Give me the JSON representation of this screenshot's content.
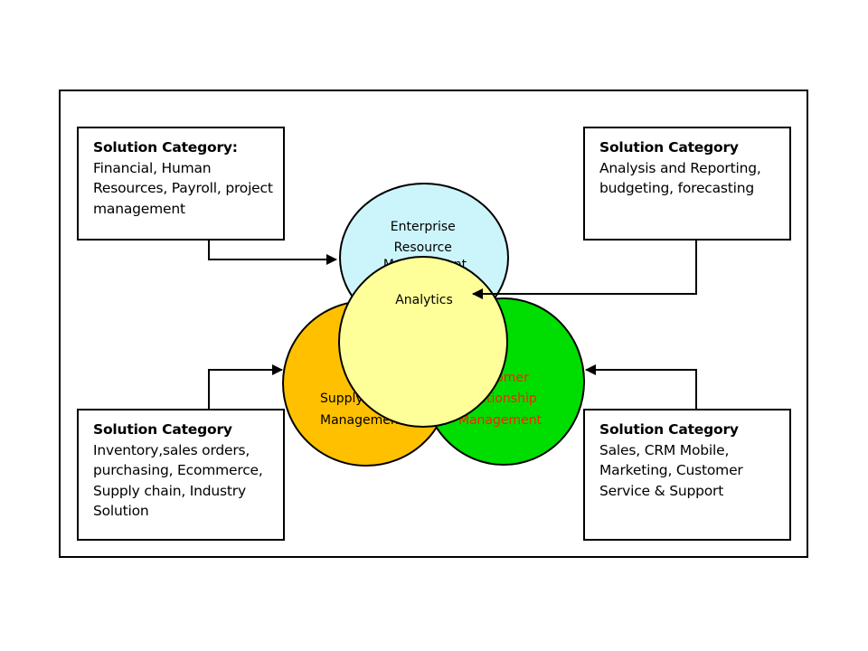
{
  "categories": {
    "top_left": {
      "title": "Solution Category:",
      "body": "Financial, Human Resources, Payroll, project management"
    },
    "top_right": {
      "title": "Solution Category",
      "body": "Analysis and Reporting, budgeting, forecasting"
    },
    "bottom_left": {
      "title": "Solution Category",
      "body": "Inventory,sales orders, purchasing, Ecommerce, Supply chain, Industry Solution"
    },
    "bottom_right": {
      "title": "Solution Category",
      "body": "Sales, CRM Mobile, Marketing, Customer Service & Support"
    }
  },
  "circles": {
    "erp": {
      "line1": "Enterprise",
      "line2": "Resource",
      "line3": "Management",
      "color": "#ccf5fb"
    },
    "scm": {
      "line1": "Supply Chain",
      "line2": "Management",
      "color": "#ffc000"
    },
    "crm": {
      "line1": "Customer",
      "line2": "Relationship",
      "line3": "Management",
      "color": "#00dd00",
      "text_color": "#ff2000"
    },
    "analytics": {
      "label": "Analytics",
      "color": "#ffff99"
    }
  }
}
